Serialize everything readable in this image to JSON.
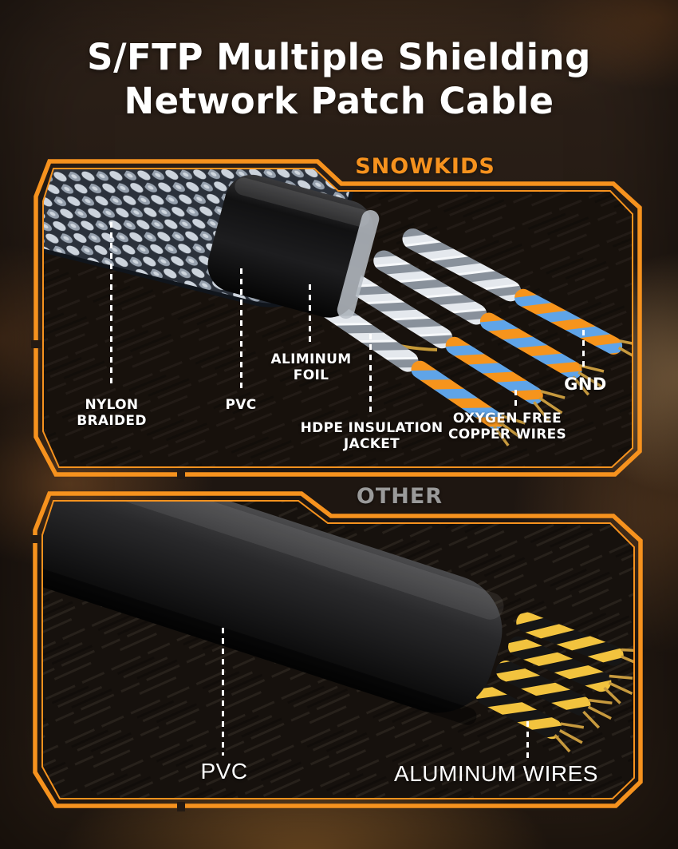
{
  "title": {
    "line1": "S/FTP Multiple Shielding",
    "line2": "Network Patch Cable"
  },
  "colors": {
    "accent_orange": "#F6921E",
    "title_white": "#FFFFFF",
    "other_gray": "#9A9A9A",
    "wire_orange": "#F6941C",
    "wire_blue": "#5FA4E8",
    "wire_yellow": "#F2C33E",
    "copper": "#C79A3E",
    "panel_background": "#17110C"
  },
  "panel_snowkids": {
    "brand": "SNOWKIDS",
    "callouts": {
      "nylon": {
        "line1": "NYLON",
        "line2": "BRAIDED"
      },
      "pvc": {
        "line1": "PVC"
      },
      "foil": {
        "line1": "ALIMINUM",
        "line2": "FOIL"
      },
      "hdpe": {
        "line1": "HDPE INSULATION",
        "line2": "JACKET"
      },
      "copper": {
        "line1": "OXYGEN FREE",
        "line2": "COPPER WIRES"
      },
      "gnd": {
        "line1": "GND"
      }
    }
  },
  "panel_other": {
    "brand": "OTHER",
    "callouts": {
      "pvc": {
        "line1": "PVC"
      },
      "aluminum": {
        "line1": "ALUMINUM WIRES"
      }
    }
  }
}
